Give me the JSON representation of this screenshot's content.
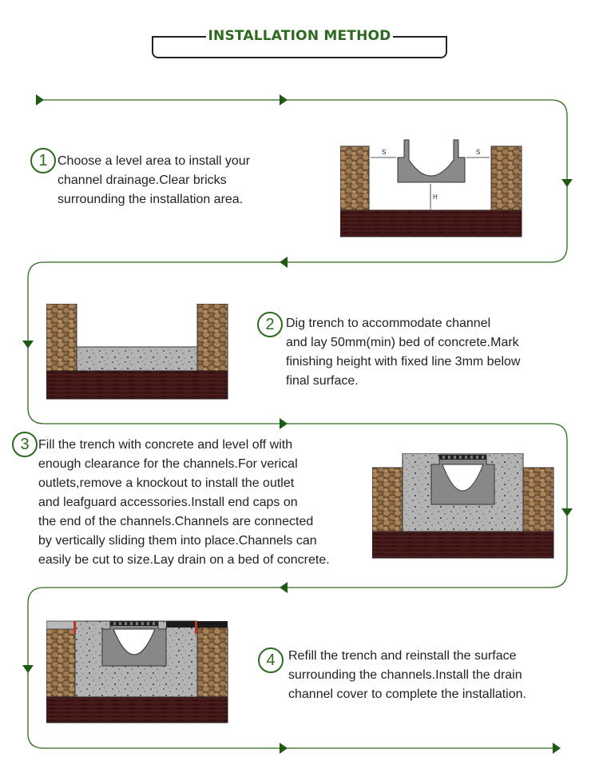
{
  "header": {
    "title": "INSTALLATION METHOD"
  },
  "steps": [
    {
      "number": "1",
      "lines": [
        "Choose a level area to install your",
        "channel drainage.Clear bricks",
        "surrounding the installation area."
      ]
    },
    {
      "number": "2",
      "lines": [
        "Dig trench to accommodate channel",
        "and lay 50mm(min) bed of concrete.Mark",
        "finishing height with fixed line 3mm below",
        "final surface."
      ]
    },
    {
      "number": "3",
      "lines": [
        "Fill the trench with concrete and level off with",
        "enough clearance for the channels.For verical",
        "outlets,remove a knockout to install the outlet",
        "and leafguard accessories.Install end caps on",
        "the end of the channels.Channels are connected",
        "by vertically sliding them into place.Channels can",
        "easily be cut to size.Lay drain on a bed of concrete."
      ]
    },
    {
      "number": "4",
      "lines": [
        "Refill the trench and reinstall the surface",
        "surrounding the channels.Install the drain",
        "channel cover to complete the installation."
      ]
    }
  ],
  "diagram1": {
    "dim_s_left": "S",
    "dim_s_right": "S",
    "dim_h": "H"
  },
  "colors": {
    "accent_green": "#2d6a1f",
    "brick": "#8b6a45",
    "soil": "#3a1414",
    "concrete": "#b0b0b0"
  }
}
